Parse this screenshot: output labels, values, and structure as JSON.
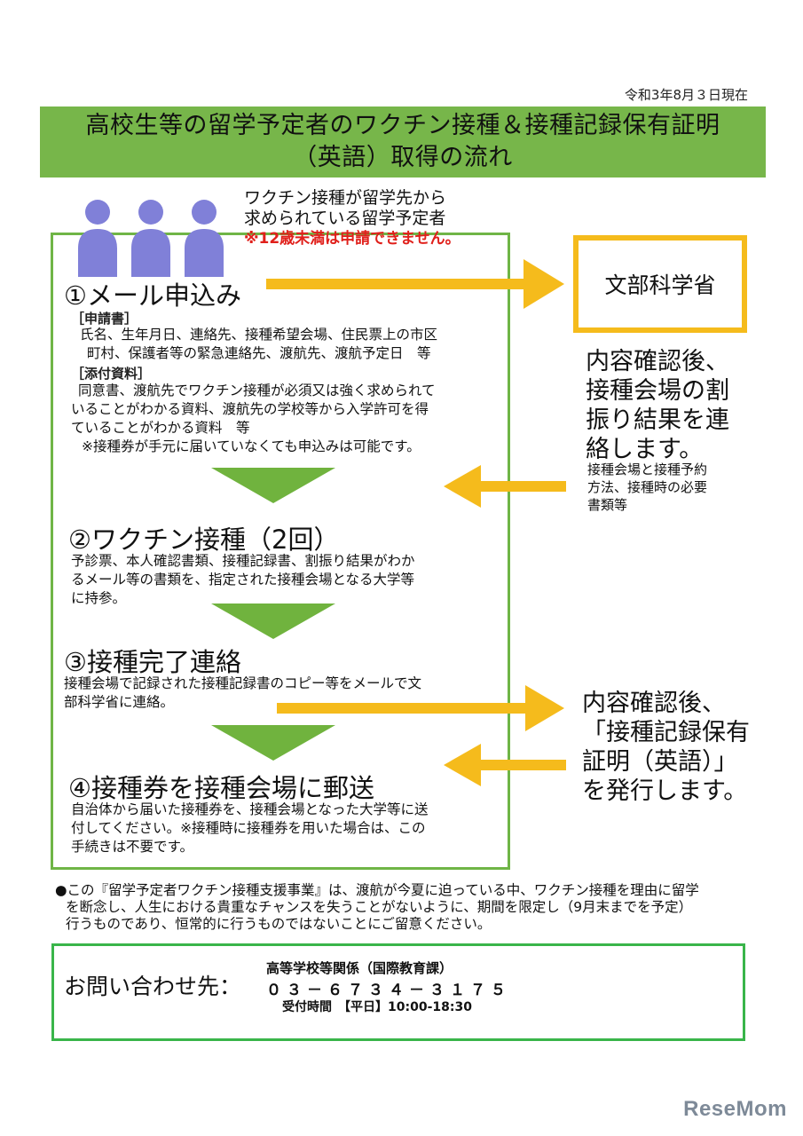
{
  "date": "令和3年8月３日現在",
  "title": {
    "line1": "高校生等の留学予定者のワクチン接種＆接種記録保有証明",
    "line2": "（英語）取得の流れ"
  },
  "target": {
    "line1": "ワクチン接種が留学先から",
    "line2": "求められている留学予定者",
    "warning": "※12歳未満は申請できません。"
  },
  "step1": {
    "heading": "①メール申込み",
    "tag1": "［申請書］",
    "body1_l1": "氏名、生年月日、連絡先、接種希望会場、住民票上の市区",
    "body1_l2": "町村、保護者等の緊急連絡先、渡航先、渡航予定日　等",
    "tag2": "［添付資料］",
    "body2_l1": "同意書、渡航先でワクチン接種が必須又は強く求められて",
    "body2_l2": "いることがわかる資料、渡航先の学校等から入学許可を得",
    "body2_l3": "ていることがわかる資料　等",
    "body2_l4": "※接種券が手元に届いていなくても申込みは可能です。"
  },
  "step2": {
    "heading": "②ワクチン接種（2回）",
    "l1": "予診票、本人確認書類、接種記録書、割振り結果がわか",
    "l2": "るメール等の書類を、指定された接種会場となる大学等",
    "l3": "に持参。"
  },
  "step3": {
    "heading": "③接種完了連絡",
    "l1": "接種会場で記録された接種記録書のコピー等をメールで文",
    "l2": "部科学省に連絡。"
  },
  "step4": {
    "heading": "④接種券を接種会場に郵送",
    "l1": "自治体から届いた接種券を、接種会場となった大学等に送",
    "l2": "付してください。※接種時に接種券を用いた場合は、この",
    "l3": "手続きは不要です。"
  },
  "mext": "文部科学省",
  "right1": {
    "l1": "内容確認後、",
    "l2": "接種会場の割",
    "l3": "振り結果を連",
    "l4": "絡します。",
    "s1": "接種会場と接種予約",
    "s2": "方法、接種時の必要",
    "s3": "書類等"
  },
  "right2": {
    "l1": "内容確認後、",
    "l2": "「接種記録保有",
    "l3": "証明（英語）」",
    "l4": "を発行します。"
  },
  "note": {
    "l1": "●この『留学予定者ワクチン接種支援事業』は、渡航が今夏に迫っている中、ワクチン接種を理由に留学",
    "l2": "を断念し、人生における貴重なチャンスを失うことがないように、期間を限定し（9月末までを予定）",
    "l3": "行うものであり、恒常的に行うものではないことにご留意ください。"
  },
  "contact": {
    "label": "お問い合わせ先：",
    "dept": "高等学校等関係（国際教育課）",
    "phone": "０３－６７３４－３１７５",
    "hours": "受付時間　【平日】10:00-18:30"
  },
  "logo": "ReseMom",
  "colors": {
    "green": "#77b64a",
    "arrow": "#f5bb1c",
    "warning": "#e0201b",
    "people": "#8080d8"
  }
}
